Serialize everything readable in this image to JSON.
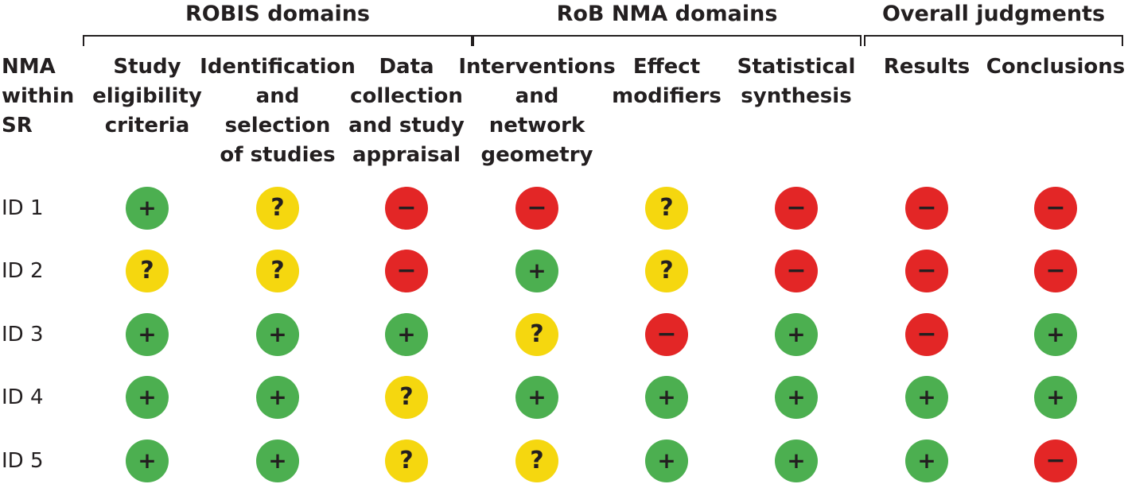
{
  "chart_data": {
    "type": "table",
    "groups": [
      {
        "label": "ROBIS domains",
        "columns": [
          0,
          1,
          2
        ]
      },
      {
        "label": "RoB NMA domains",
        "columns": [
          3,
          4,
          5
        ]
      },
      {
        "label": "Overall judgments",
        "columns": [
          6,
          7
        ]
      }
    ],
    "row_header": "NMA\nwithin\nSR",
    "columns": [
      "Study\neligibility\ncriteria",
      "Identification\nand\nselection\nof studies",
      "Data\ncollection\nand study\nappraisal",
      "Interventions\nand\nnetwork\ngeometry",
      "Effect\nmodifiers",
      "Statistical\nsynthesis",
      "Results",
      "Conclusions"
    ],
    "rows": [
      {
        "label": "ID 1",
        "values": [
          "low",
          "unclear",
          "high",
          "high",
          "unclear",
          "high",
          "high",
          "high"
        ]
      },
      {
        "label": "ID 2",
        "values": [
          "unclear",
          "unclear",
          "high",
          "low",
          "unclear",
          "high",
          "high",
          "high"
        ]
      },
      {
        "label": "ID 3",
        "values": [
          "low",
          "low",
          "low",
          "unclear",
          "high",
          "low",
          "high",
          "low"
        ]
      },
      {
        "label": "ID 4",
        "values": [
          "low",
          "low",
          "unclear",
          "low",
          "low",
          "low",
          "low",
          "low"
        ]
      },
      {
        "label": "ID 5",
        "values": [
          "low",
          "low",
          "unclear",
          "unclear",
          "low",
          "low",
          "low",
          "high"
        ]
      }
    ],
    "symbols": {
      "low": "+",
      "unclear": "?",
      "high": "−"
    },
    "colors": {
      "low": "#4caf50",
      "unclear": "#f5d70f",
      "high": "#e32626",
      "text": "#231f20"
    }
  }
}
